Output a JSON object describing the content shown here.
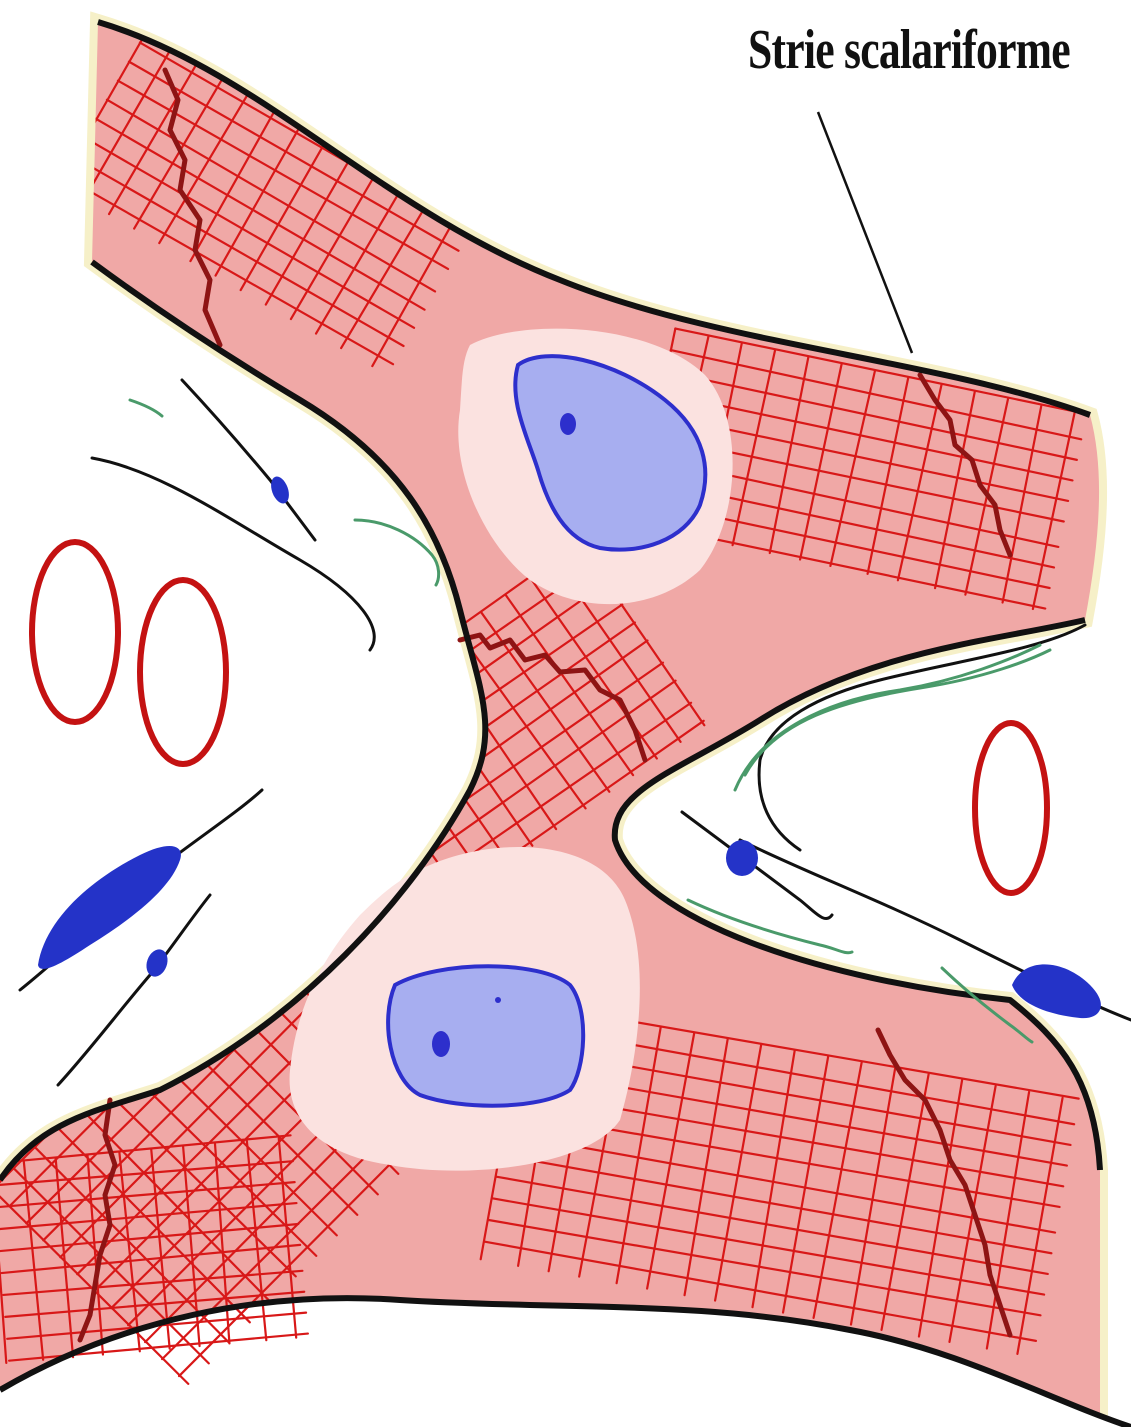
{
  "annotation": {
    "label": "Strie scalariforme"
  },
  "colors": {
    "cytoplasm": "#f0a8a6",
    "perinuclear_zone": "#fbe2e0",
    "nucleus_fill": "#a7aef0",
    "nucleus_outline": "#2d2fcc",
    "myofibril_striation": "#d81818",
    "intercalated_disc": "#8e1414",
    "sarcolemma": "#111111",
    "capillary": "#c41212",
    "collagen_fiber": "#4a9a6a",
    "fibroblast_nucleus": "#2433c8"
  },
  "elements": {
    "nuclei_count": 2,
    "capillaries_count": 3
  }
}
